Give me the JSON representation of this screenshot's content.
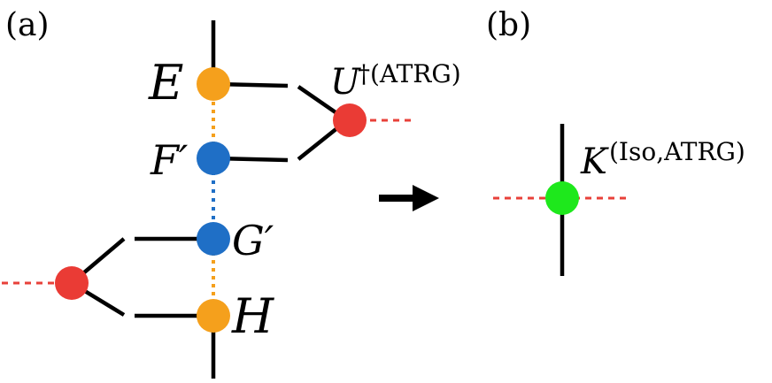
{
  "panels": {
    "a": "(a)",
    "b": "(b)"
  },
  "nodes": {
    "E": {
      "label": "E",
      "color": "#f5a01c"
    },
    "F": {
      "label": "F′",
      "color": "#1f6fc6"
    },
    "G": {
      "label": "G′",
      "color": "#1f6fc6"
    },
    "H": {
      "label": "H",
      "color": "#f5a01c"
    },
    "U": {
      "label": "U",
      "superscript": "†(ATRG)",
      "color": "#ea3b35"
    },
    "left_isometry": {
      "color": "#ea3b35"
    },
    "K": {
      "label": "K",
      "superscript": "(Iso,ATRG)",
      "color": "#1ee81c"
    }
  },
  "edge_colors": {
    "bond": "#000000",
    "dashed_red": "#e8413a",
    "dotted_orange": "#f5a01c",
    "dotted_blue": "#1f6fc6"
  },
  "arrow": {
    "symbol": "right-arrow",
    "color": "#000000"
  }
}
